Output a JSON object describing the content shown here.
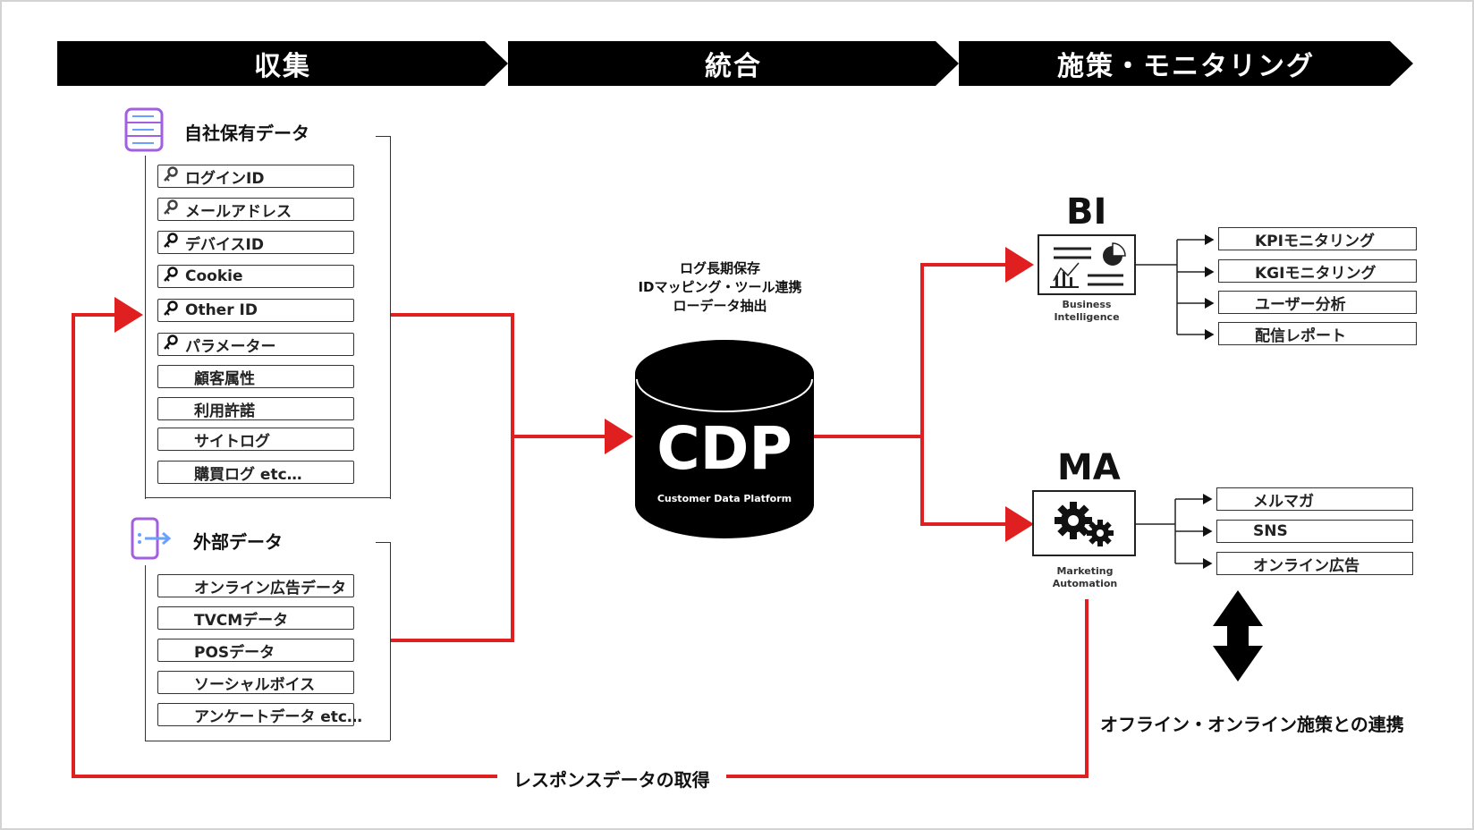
{
  "phases": [
    "収集",
    "統合",
    "施策・モニタリング"
  ],
  "own_data": {
    "title": "自社保有データ",
    "items": [
      {
        "label": "ログインID",
        "icon": "key-icon",
        "icon_color": "#d21a1a"
      },
      {
        "label": "メールアドレス",
        "icon": "key-icon",
        "icon_color": "#d21a1a"
      },
      {
        "label": "デバイスID",
        "icon": "key-icon",
        "icon_color": "#111111"
      },
      {
        "label": "Cookie",
        "icon": "key-icon",
        "icon_color": "#111111"
      },
      {
        "label": "Other ID",
        "icon": "key-icon",
        "icon_color": "#111111"
      },
      {
        "label": "パラメーター",
        "icon": "key-icon",
        "icon_color": "#111111"
      },
      {
        "label": "顧客属性",
        "icon": null
      },
      {
        "label": "利用許諾",
        "icon": null
      },
      {
        "label": "サイトログ",
        "icon": null
      },
      {
        "label": "購買ログ etc…",
        "icon": null
      }
    ]
  },
  "external_data": {
    "title": "外部データ",
    "items": [
      "オンライン広告データ",
      "TVCMデータ",
      "POSデータ",
      "ソーシャルボイス",
      "アンケートデータ etc…"
    ]
  },
  "cdp": {
    "caption_lines": [
      "ログ長期保存",
      "IDマッピング・ツール連携",
      "ローデータ抽出"
    ],
    "name": "CDP",
    "subtitle": "Customer Data Platform"
  },
  "bi": {
    "title": "BI",
    "subtitle_lines": [
      "Business",
      "Intelligence"
    ],
    "outputs": [
      "KPIモニタリング",
      "KGIモニタリング",
      "ユーザー分析",
      "配信レポート"
    ]
  },
  "ma": {
    "title": "MA",
    "subtitle_lines": [
      "Marketing",
      "Automation"
    ],
    "outputs": [
      "メルマガ",
      "SNS",
      "オンライン広告"
    ]
  },
  "offline_online_label": "オフライン・オンライン施策との連携",
  "response_label": "レスポンスデータの取得",
  "colors": {
    "accent": "#e02020",
    "black": "#000000",
    "icon_purple": "#a060e0"
  }
}
